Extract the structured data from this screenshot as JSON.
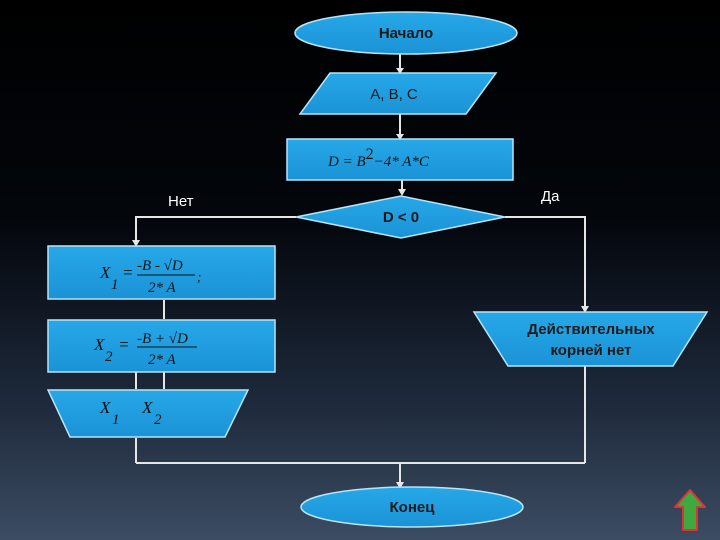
{
  "flowchart": {
    "start_label": "Начало",
    "input_label": "A, B, C",
    "formula_d": {
      "prefix": "D = B",
      "exponent": "2",
      "suffix": "−4* A*C"
    },
    "decision_label": "D < 0",
    "no_label": "Нет",
    "yes_label": "Да",
    "x1_formula": {
      "lhs": "X",
      "sub": "1",
      "eq": "=",
      "numerator": "-B - √D",
      "denominator": "2* A",
      "trailing": ";"
    },
    "x2_formula": {
      "lhs": "X",
      "sub": "2",
      "eq": "=",
      "numerator": "-B + √D",
      "denominator": "2* A"
    },
    "output_x": {
      "x1": "X",
      "x1_sub": "1",
      "x2": "X",
      "x2_sub": "2"
    },
    "no_roots_line1": "Действительных",
    "no_roots_line2": "корней нет",
    "end_label": "Конец"
  },
  "colors": {
    "shape_fill": "#1f9fe0",
    "shape_stroke": "#b8e4f8",
    "line": "#e6e6e6",
    "up_button_fill": "#3fa83f",
    "up_button_stroke": "#e0313a"
  },
  "icons": {
    "up_button": "up-arrow-icon"
  }
}
